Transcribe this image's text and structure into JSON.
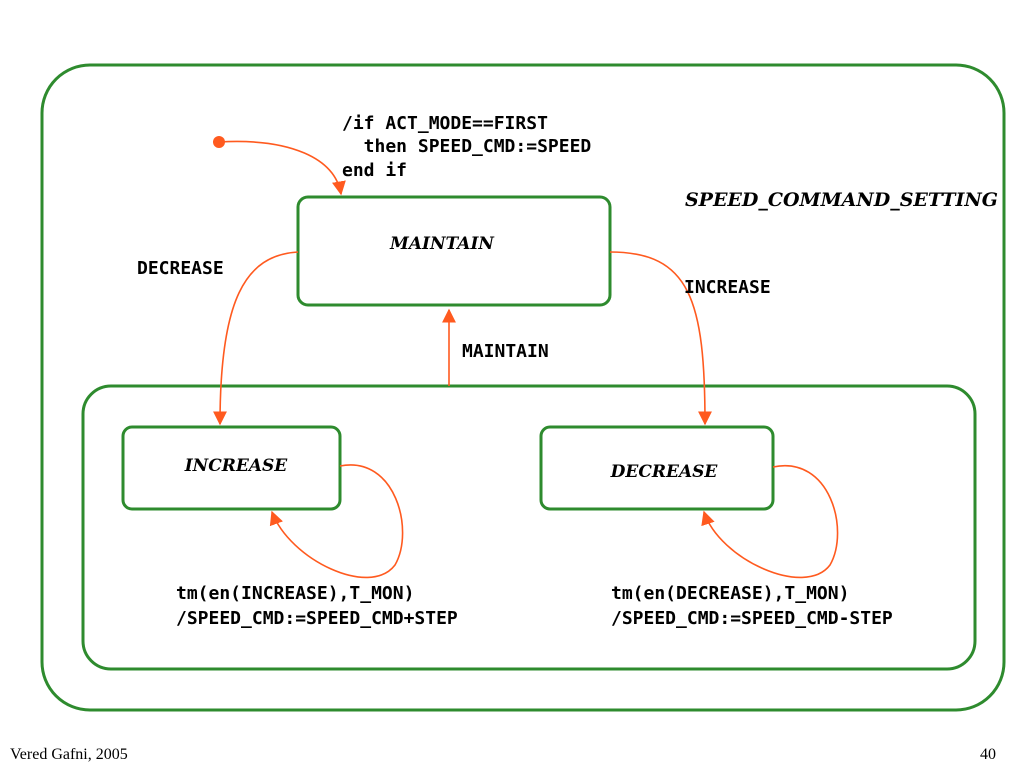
{
  "colors": {
    "state_border": "#2e8b2e",
    "transition": "#ff5a1f"
  },
  "diagram": {
    "outer_state": "SPEED_COMMAND_SETTING",
    "states": {
      "maintain": "MAINTAIN",
      "increase": "INCREASE",
      "decrease": "DECREASE"
    },
    "initial_action": [
      "/if ACT_MODE==FIRST",
      "  then SPEED_CMD:=SPEED",
      "end if"
    ],
    "transitions": {
      "maintain_to_increase": "DECREASE",
      "maintain_to_decrease": "INCREASE",
      "group_to_maintain": "MAINTAIN",
      "increase_self": [
        "tm(en(INCREASE),T_MON)",
        "/SPEED_CMD:=SPEED_CMD+STEP"
      ],
      "decrease_self": [
        "tm(en(DECREASE),T_MON)",
        "/SPEED_CMD:=SPEED_CMD-STEP"
      ]
    }
  },
  "footer": {
    "author": "Vered Gafni, 2005",
    "page": "40"
  }
}
